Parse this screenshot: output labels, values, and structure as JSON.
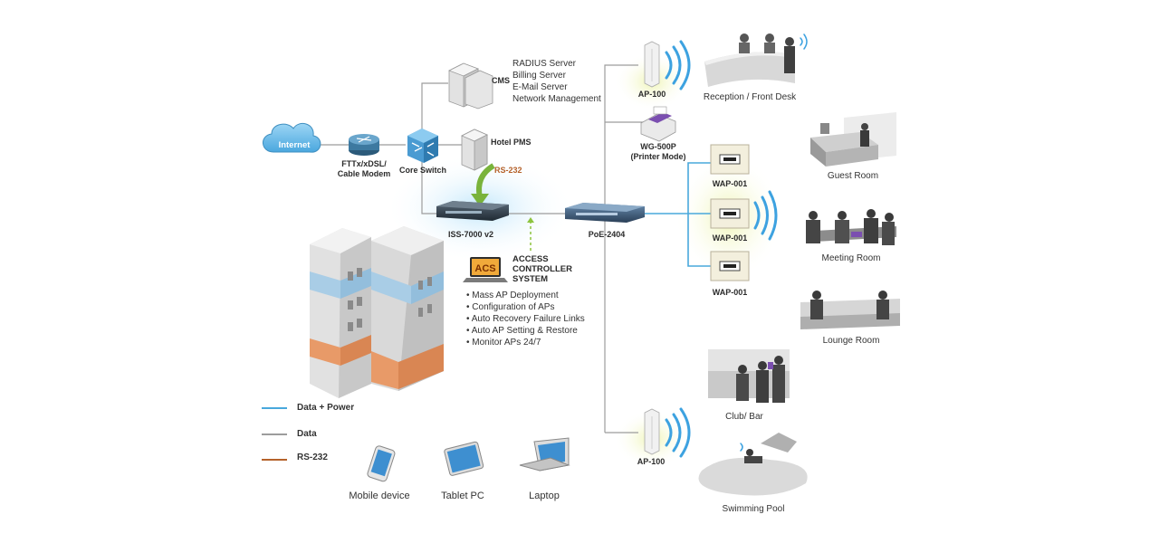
{
  "network": {
    "internet": "Internet",
    "modem": [
      "FTTx/xDSL/",
      "Cable Modem"
    ],
    "core_switch": "Core Switch",
    "cms": "CMS",
    "cms_services": [
      "RADIUS Server",
      "Billing Server",
      "E-Mail Server",
      "Network Management"
    ],
    "hotel_pms": "Hotel PMS",
    "rs232_tag": "RS-232",
    "controller": "ISS-7000 v2",
    "poe_switch": "PoE-2404",
    "acs_logo": "ACS",
    "acs_title": [
      "ACCESS",
      "CONTROLLER",
      "SYSTEM"
    ],
    "acs_features": [
      "• Mass AP Deployment",
      "• Configuration of APs",
      "• Auto Recovery Failure Links",
      "• Auto AP Setting & Restore",
      "• Monitor APs 24/7"
    ],
    "ap_top": "AP-100",
    "ap_bottom": "AP-100",
    "printer": [
      "WG-500P",
      "(Printer Mode)"
    ],
    "wap_1": "WAP-001",
    "wap_2": "WAP-001",
    "wap_3": "WAP-001"
  },
  "rooms": {
    "reception": "Reception / Front Desk",
    "guest": "Guest Room",
    "meeting": "Meeting Room",
    "lounge": "Lounge Room",
    "club": "Club/ Bar",
    "pool": "Swimming Pool"
  },
  "legend": {
    "data_power": "Data + Power",
    "data": "Data",
    "rs232": "RS-232",
    "colors": {
      "data_power": "#49a8dc",
      "data": "#9c9c9c",
      "rs232": "#b5622b"
    }
  },
  "devices": {
    "mobile": "Mobile device",
    "tablet": "Tablet PC",
    "laptop": "Laptop"
  }
}
